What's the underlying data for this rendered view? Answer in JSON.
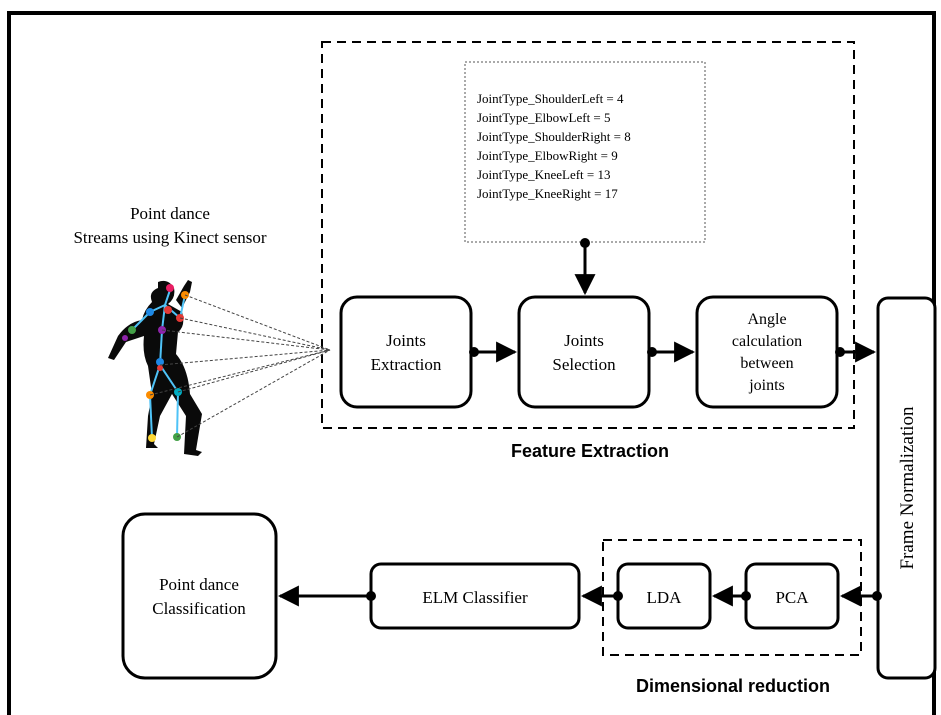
{
  "sensor": {
    "title_line1": "Point dance",
    "title_line2": "Streams using Kinect sensor"
  },
  "joint_types": [
    "JointType_ShoulderLeft   = 4",
    "JointType_ElbowLeft = 5",
    "JointType_ShoulderRight = 8",
    "JointType_ElbowRight    = 9",
    "JointType_KneeLeft  = 13",
    "JointType_KneeRight = 17"
  ],
  "blocks": {
    "joints_extraction": [
      "Joints",
      "Extraction"
    ],
    "joints_selection": [
      "Joints",
      "Selection"
    ],
    "angle_calculation": [
      "Angle",
      "calculation",
      "between",
      "joints"
    ],
    "frame_normalization": "Frame  Normalization",
    "pca": "PCA",
    "lda": "LDA",
    "elm_classifier": "ELM Classifier",
    "classification": [
      "Point dance",
      "Classification"
    ]
  },
  "groups": {
    "feature_extraction": "Feature Extraction",
    "dimensional_reduction": "Dimensional reduction"
  },
  "colors": {
    "stroke": "#000000",
    "background": "#ffffff",
    "joint_colors": [
      "#e53935",
      "#fb8c00",
      "#fdd835",
      "#43a047",
      "#1e88e5",
      "#8e24aa",
      "#e91e63",
      "#00acc1"
    ]
  }
}
